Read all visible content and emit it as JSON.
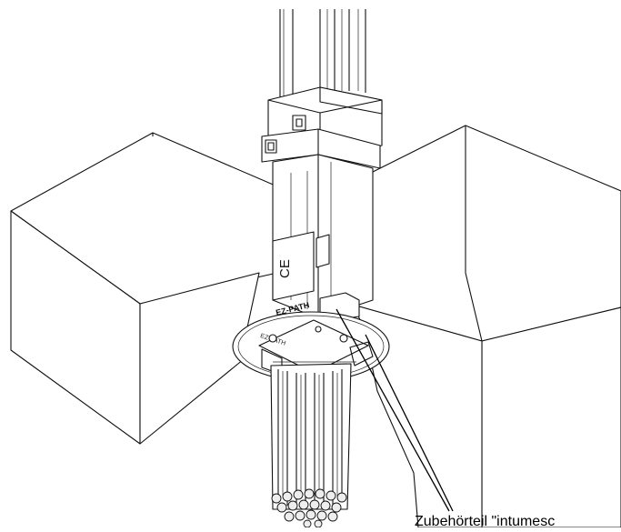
{
  "callout": {
    "text": "Zubehörteil \"intumesc"
  },
  "markings": {
    "ce": "CE",
    "brand": "EZ-PATH",
    "collar_text": "EZ-PATH"
  }
}
